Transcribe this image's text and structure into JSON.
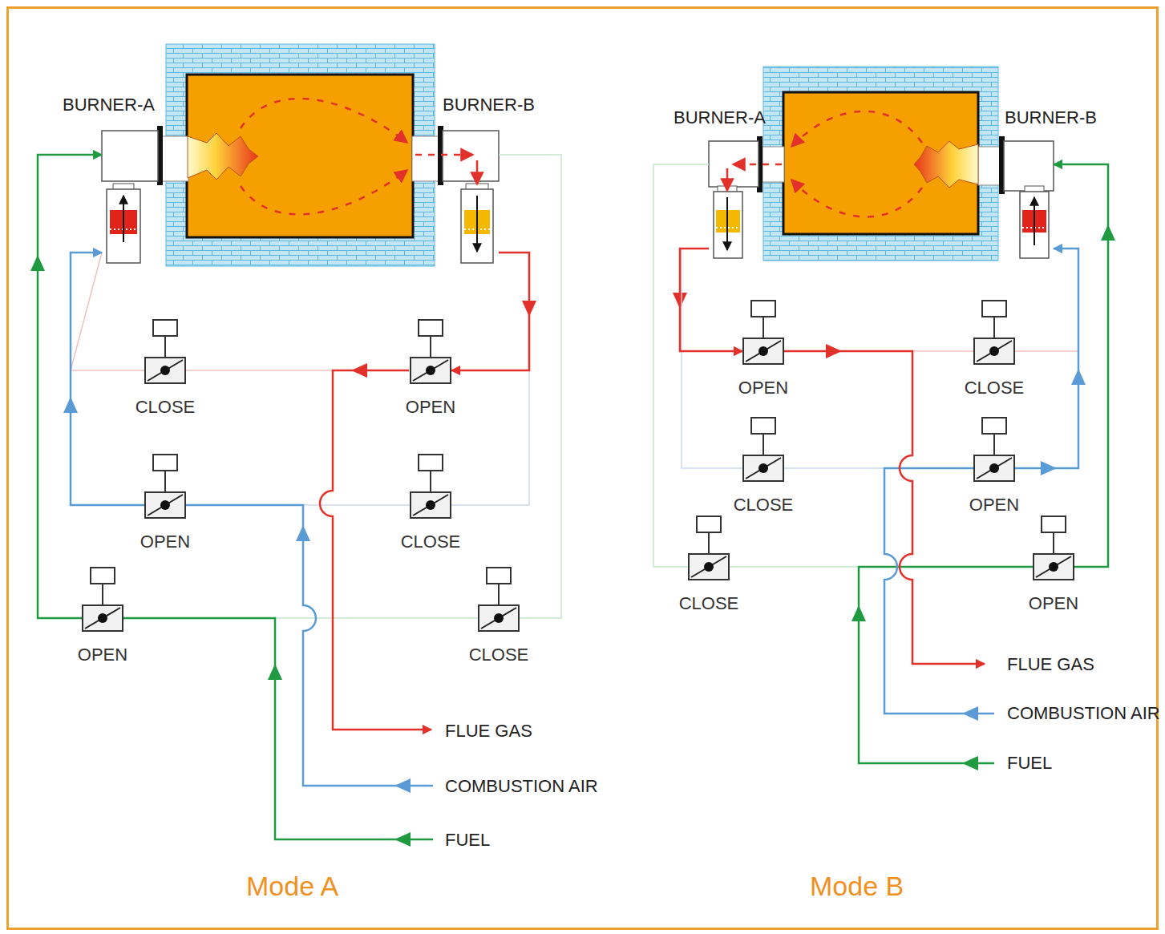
{
  "diagram": {
    "nodes": [
      {
        "text": [
          "BURNER-A"
        ]
      },
      {
        "text": [
          "BURNER-B"
        ]
      },
      {
        "text": [
          "CLOSE"
        ]
      },
      {
        "text": [
          "OPEN"
        ]
      },
      {
        "text": [
          "OPEN"
        ]
      },
      {
        "text": [
          "CLOSE"
        ]
      },
      {
        "text": [
          "OPEN"
        ]
      },
      {
        "text": [
          "CLOSE"
        ]
      },
      {
        "text": [
          "BURNER-A"
        ]
      },
      {
        "text": [
          "BURNER-B"
        ]
      },
      {
        "text": [
          "OPEN"
        ]
      },
      {
        "text": [
          "CLOSE"
        ]
      },
      {
        "text": [
          "CLOSE"
        ]
      },
      {
        "text": [
          "OPEN"
        ]
      },
      {
        "text": [
          "CLOSE"
        ]
      },
      {
        "text": [
          "OPEN"
        ]
      }
    ],
    "edges": [
      {
        "from": 2,
        "to": 0,
        "arrow": "none"
      },
      {
        "from": 5,
        "to": 1,
        "arrow": "none"
      },
      {
        "from": 7,
        "to": 1,
        "arrow": "none"
      },
      {
        "from": 6,
        "to": 0,
        "arrow": "to"
      },
      {
        "from": 4,
        "to": 0,
        "arrow": "to"
      },
      {
        "from": 1,
        "to": 3,
        "arrow": "to"
      },
      {
        "from": 11,
        "to": 9,
        "arrow": "none"
      },
      {
        "from": 12,
        "to": 8,
        "arrow": "none"
      },
      {
        "from": 14,
        "to": 8,
        "arrow": "none"
      },
      {
        "from": 8,
        "to": 10,
        "arrow": "to"
      },
      {
        "from": 13,
        "to": 9,
        "arrow": "to"
      },
      {
        "from": 15,
        "to": 9,
        "arrow": "to"
      }
    ],
    "labels": [
      "FLUE GAS",
      "COMBUSTION AIR",
      "FUEL",
      "FLUE GAS",
      "COMBUSTION AIR",
      "FUEL",
      "Mode A",
      "Mode B"
    ]
  }
}
